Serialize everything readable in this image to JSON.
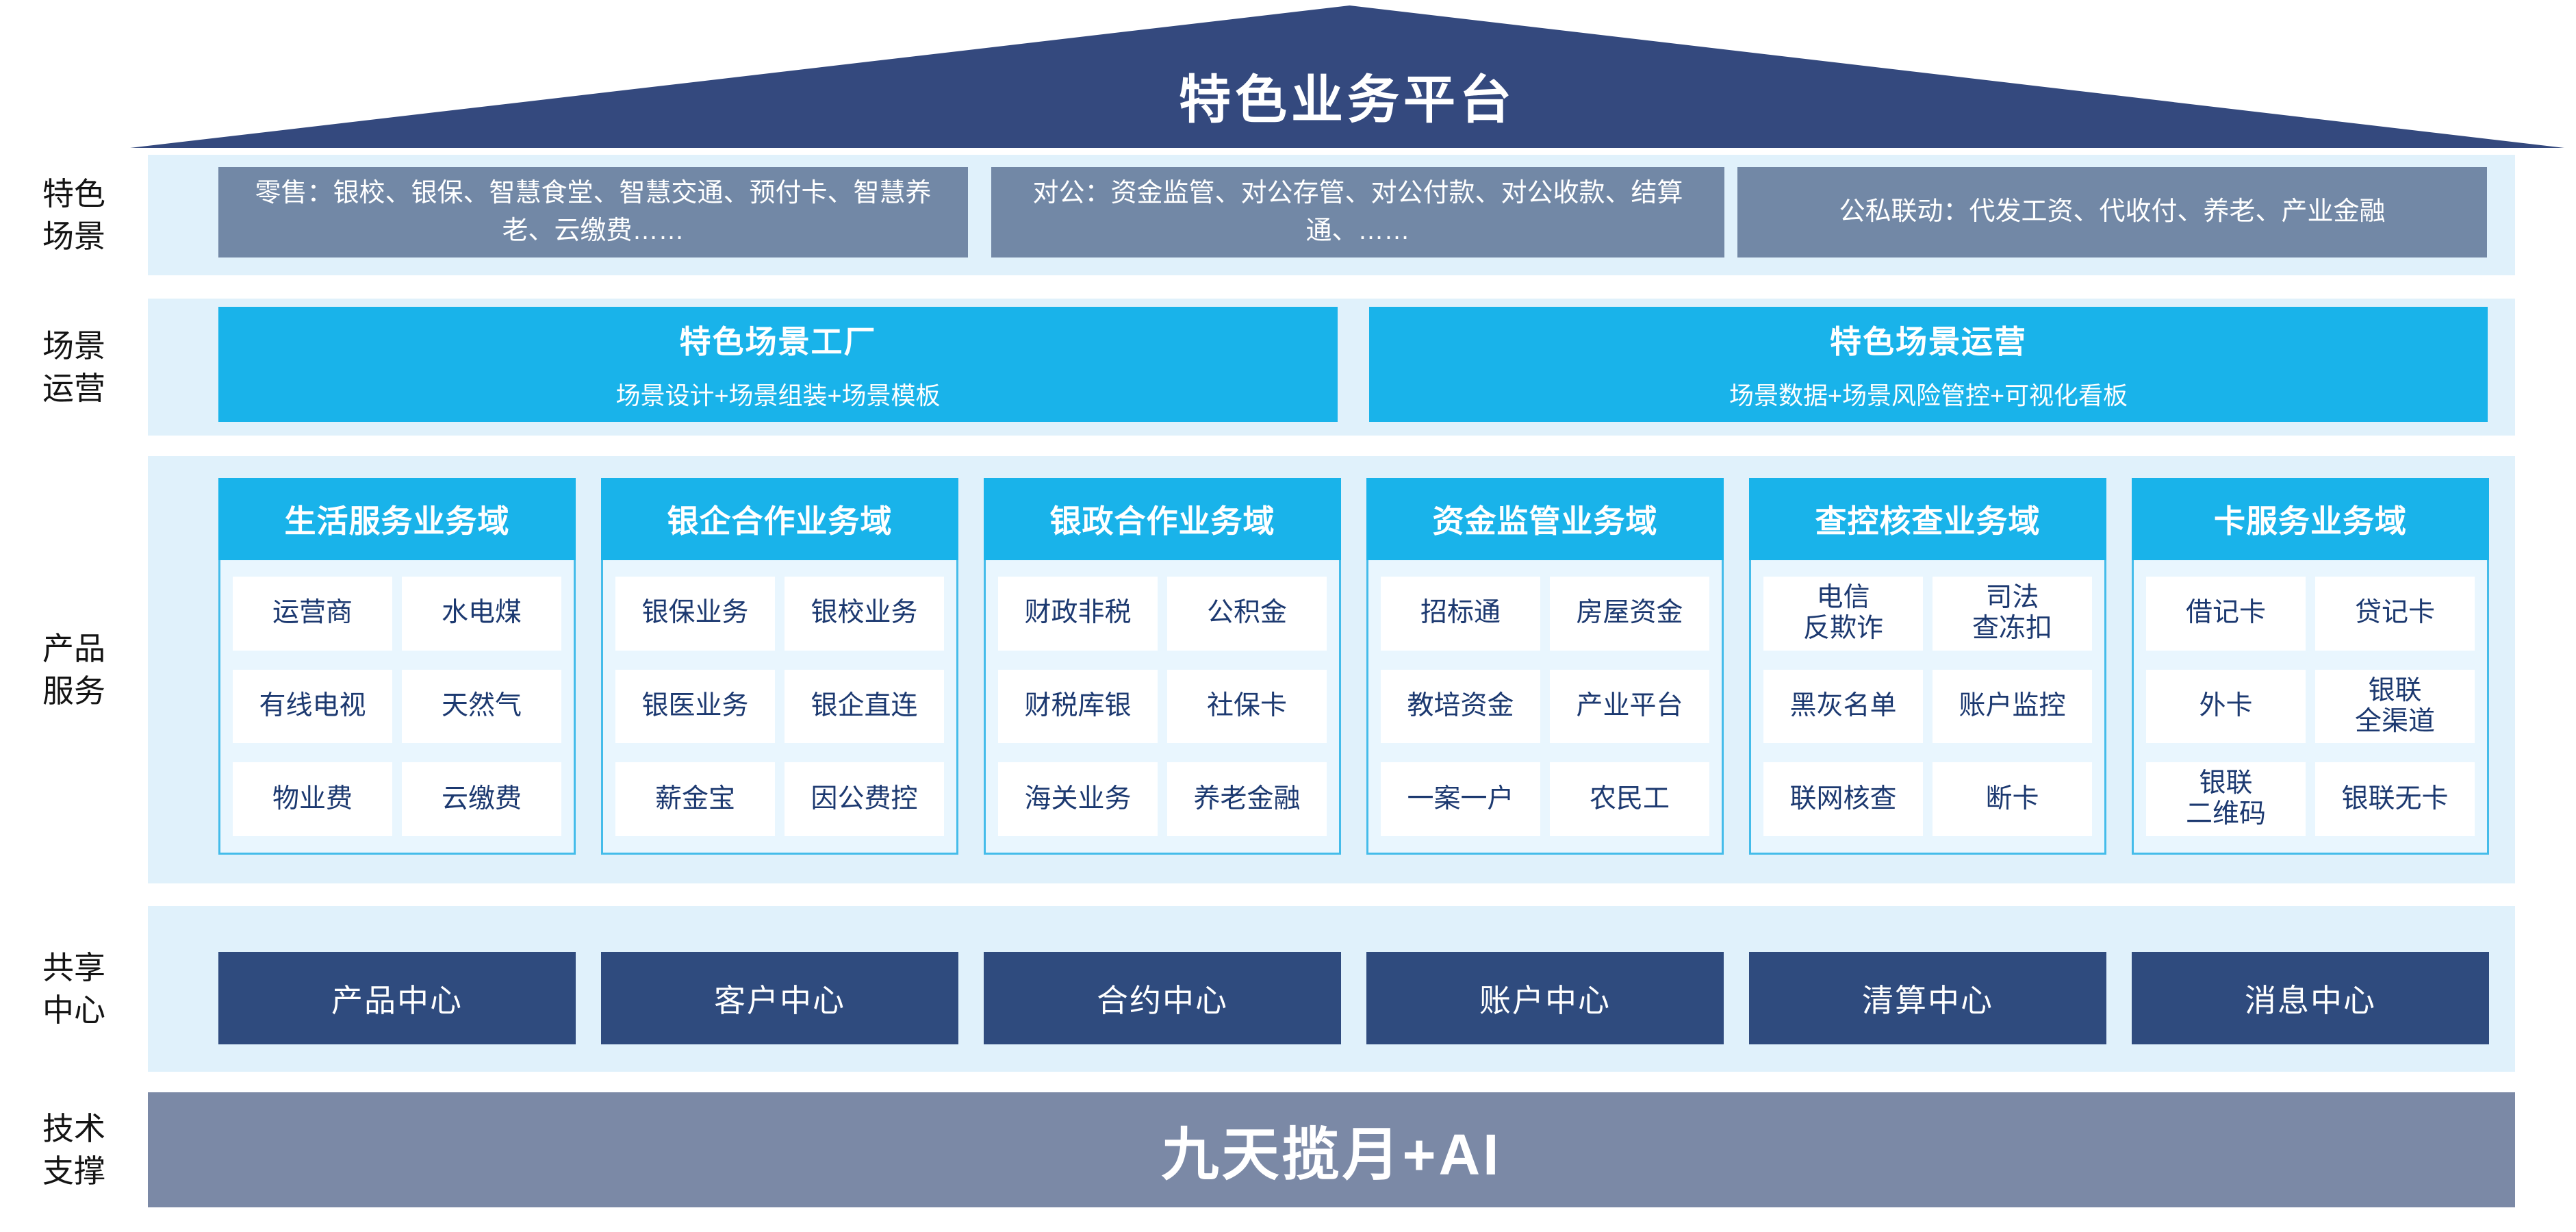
{
  "roof": {
    "title": "特色业务平台"
  },
  "side_labels": {
    "scenes": "特色\n场景",
    "operations": "场景\n运营",
    "products": "产品\n服务",
    "centers": "共享\n中心",
    "tech": "技术\n支撑"
  },
  "scene_boxes": [
    "零售：银校、银保、智慧食堂、智慧交通、预付卡、智慧养老、云缴费……",
    "对公：资金监管、对公存管、对公付款、对公收款、结算通、……",
    "公私联动：代发工资、代收付、养老、产业金融"
  ],
  "operation_boxes": [
    {
      "title": "特色场景工厂",
      "subtitle": "场景设计+场景组装+场景模板"
    },
    {
      "title": "特色场景运营",
      "subtitle": "场景数据+场景风险管控+可视化看板"
    }
  ],
  "product_columns": [
    {
      "header": "生活服务业务域",
      "cells": [
        "运营商",
        "水电煤",
        "有线电视",
        "天然气",
        "物业费",
        "云缴费"
      ]
    },
    {
      "header": "银企合作业务域",
      "cells": [
        "银保业务",
        "银校业务",
        "银医业务",
        "银企直连",
        "薪金宝",
        "因公费控"
      ]
    },
    {
      "header": "银政合作业务域",
      "cells": [
        "财政非税",
        "公积金",
        "财税库银",
        "社保卡",
        "海关业务",
        "养老金融"
      ]
    },
    {
      "header": "资金监管业务域",
      "cells": [
        "招标通",
        "房屋资金",
        "教培资金",
        "产业平台",
        "一案一户",
        "农民工"
      ]
    },
    {
      "header": "查控核查业务域",
      "cells": [
        "电信\n反欺诈",
        "司法\n查冻扣",
        "黑灰名单",
        "账户监控",
        "联网核查",
        "断卡"
      ]
    },
    {
      "header": "卡服务业务域",
      "cells": [
        "借记卡",
        "贷记卡",
        "外卡",
        "银联\n全渠道",
        "银联\n二维码",
        "银联无卡"
      ]
    }
  ],
  "share_centers": [
    "产品中心",
    "客户中心",
    "合约中心",
    "账户中心",
    "清算中心",
    "消息中心"
  ],
  "tech_bar": "九天揽月+AI",
  "colors": {
    "roof_navy": "#34497E",
    "center_navy": "#2F4B7E",
    "steel_gray_blue": "#7288A6",
    "tech_bar_gray": "#7B89A6",
    "cyan": "#19B3EA",
    "band_light_blue": "#E0F1FB",
    "panel_light_blue": "#E9F6FE",
    "panel_border": "#44BCEA",
    "cell_text_navy": "#1C3970"
  }
}
